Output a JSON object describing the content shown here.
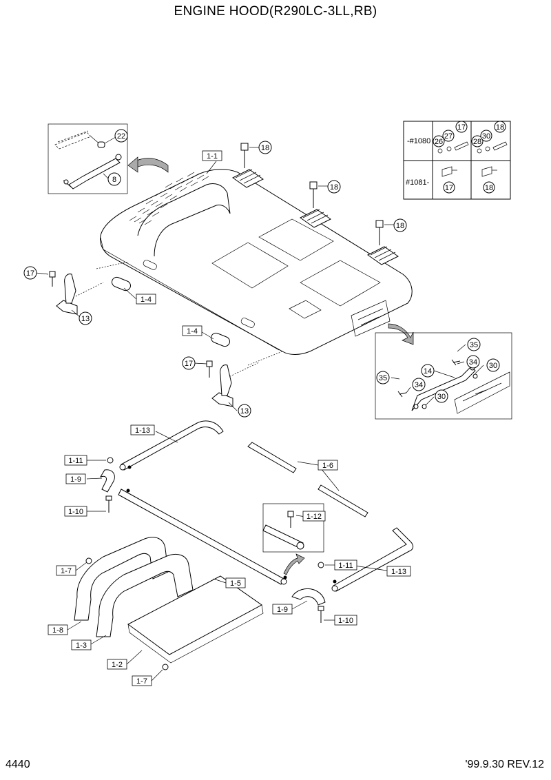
{
  "title": "ENGINE HOOD(R290LC-3LL,RB)",
  "page_number": "4440",
  "revision": "'99.9.30 REV.12",
  "variant_table": {
    "row1_label": "-#1080",
    "row2_label": "#1081-",
    "row1_left_parts": [
      "26",
      "27",
      "17"
    ],
    "row1_right_parts": [
      "28",
      "30",
      "18"
    ],
    "row2_left_part": "17",
    "row2_right_part": "18"
  },
  "box_labels": [
    {
      "id": "1-1"
    },
    {
      "id": "1-4"
    },
    {
      "id": "1-4"
    },
    {
      "id": "1-13"
    },
    {
      "id": "1-11"
    },
    {
      "id": "1-9"
    },
    {
      "id": "1-10"
    },
    {
      "id": "1-6"
    },
    {
      "id": "1-12"
    },
    {
      "id": "1-7"
    },
    {
      "id": "1-5"
    },
    {
      "id": "1-11"
    },
    {
      "id": "1-13"
    },
    {
      "id": "1-9"
    },
    {
      "id": "1-10"
    },
    {
      "id": "1-8"
    },
    {
      "id": "1-3"
    },
    {
      "id": "1-2"
    },
    {
      "id": "1-7"
    }
  ],
  "circle_labels": [
    {
      "id": "22"
    },
    {
      "id": "8"
    },
    {
      "id": "18"
    },
    {
      "id": "18"
    },
    {
      "id": "18"
    },
    {
      "id": "17"
    },
    {
      "id": "13"
    },
    {
      "id": "17"
    },
    {
      "id": "13"
    },
    {
      "id": "35"
    },
    {
      "id": "34"
    },
    {
      "id": "14"
    },
    {
      "id": "30"
    },
    {
      "id": "35"
    },
    {
      "id": "34"
    },
    {
      "id": "30"
    }
  ]
}
